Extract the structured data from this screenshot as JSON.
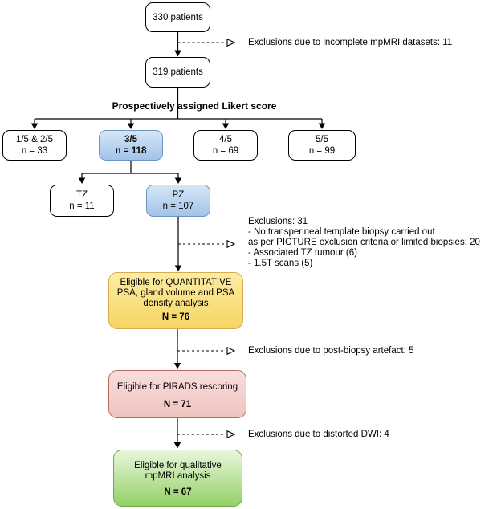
{
  "diagram_type": "patient-flow-flowchart",
  "colors": {
    "background": "#ffffff",
    "line": "#000000",
    "blue_fill_top": "#d6e6f7",
    "blue_fill_bottom": "#a2c3e8",
    "blue_border": "#6f94c0",
    "yellow_fill_top": "#fdeca2",
    "yellow_fill_bottom": "#f5d563",
    "yellow_border": "#d6aa4e",
    "pink_fill_top": "#f8dedb",
    "pink_fill_bottom": "#efc4c0",
    "pink_border": "#b96a62",
    "green_fill_top": "#e9f6dd",
    "green_fill_bottom": "#93d065",
    "green_border": "#71a848"
  },
  "nodes": {
    "patients_initial": {
      "label": "330 patients"
    },
    "patients_after_exclusion": {
      "label": "319 patients"
    },
    "likert_header": {
      "label": "Prospectively assigned Likert score"
    },
    "likert_1_2": {
      "score": "1/5 & 2/5",
      "n": "n = 33"
    },
    "likert_3": {
      "score": "3/5",
      "n": "n = 118"
    },
    "likert_4": {
      "score": "4/5",
      "n": "n = 69"
    },
    "likert_5": {
      "score": "5/5",
      "n": "n = 99"
    },
    "tz": {
      "zone": "TZ",
      "n": "n = 11"
    },
    "pz": {
      "zone": "PZ",
      "n": "n = 107"
    },
    "quantitative": {
      "lines": [
        "Eligible for QUANTITATIVE",
        "PSA, gland volume and PSA",
        "density analysis"
      ],
      "n": "N = 76"
    },
    "pirads": {
      "label": "Eligible for PIRADS rescoring",
      "n": "N = 71"
    },
    "qualitative": {
      "lines": [
        "Eligible for qualitative",
        "mpMRI analysis"
      ],
      "n": "N = 67"
    }
  },
  "exclusions": {
    "incomplete_mpmri": {
      "label": "Exclusions due to incomplete mpMRI datasets: 11"
    },
    "biopsy": {
      "lines": [
        "Exclusions: 31",
        "- No transperineal template biopsy carried out",
        "as per PICTURE exclusion criteria or limited biopsies: 20",
        "- Associated TZ tumour (6)",
        "- 1.5T scans (5)"
      ]
    },
    "post_biopsy": {
      "label": "Exclusions due to post-biopsy artefact: 5"
    },
    "distorted_dwi": {
      "label": "Exclusions due to distorted DWI: 4"
    }
  }
}
